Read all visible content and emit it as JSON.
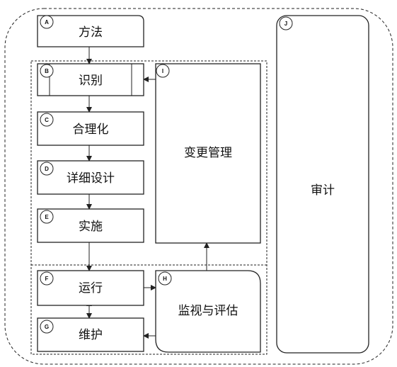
{
  "nodes": {
    "a": {
      "letter": "A",
      "label": "方法"
    },
    "b": {
      "letter": "B",
      "label": "识别"
    },
    "c": {
      "letter": "C",
      "label": "合理化"
    },
    "d": {
      "letter": "D",
      "label": "详细设计"
    },
    "e": {
      "letter": "E",
      "label": "实施"
    },
    "f": {
      "letter": "F",
      "label": "运行"
    },
    "g": {
      "letter": "G",
      "label": "维护"
    },
    "h": {
      "letter": "H",
      "label": "监视与评估"
    },
    "i": {
      "letter": "I",
      "label": "变更管理"
    },
    "j": {
      "letter": "J",
      "label": "审计"
    }
  }
}
